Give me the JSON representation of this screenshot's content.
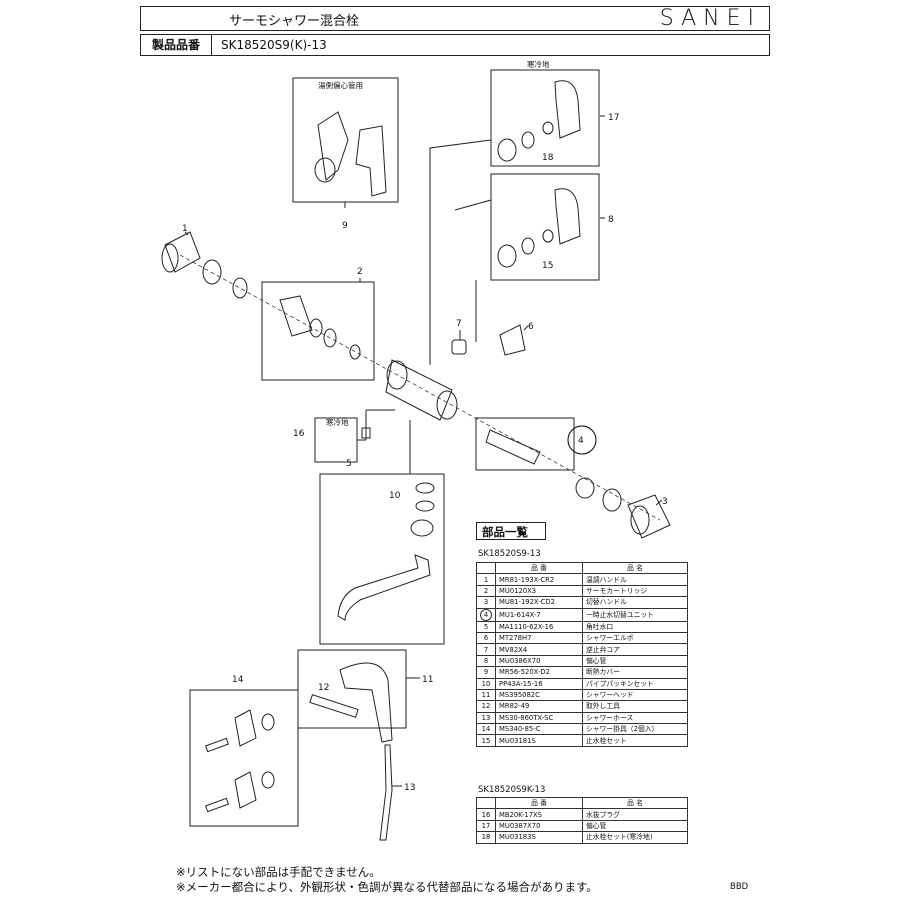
{
  "header": {
    "title": "サーモシャワー混合栓",
    "brand": "SANEI",
    "product_label": "製品品番",
    "product_code": "SK18520S9(K)-13"
  },
  "diagram": {
    "labels": {
      "yuatsu": "湯側偏心管用",
      "kanreichi_top": "寒冷地",
      "kanreichi_mid": "寒冷地"
    },
    "callouts": [
      "1",
      "2",
      "3",
      "4",
      "5",
      "6",
      "7",
      "8",
      "9",
      "10",
      "11",
      "12",
      "13",
      "14",
      "15",
      "16",
      "17",
      "18"
    ]
  },
  "parts": {
    "heading": "部品一覧",
    "table1": {
      "model": "SK18520S9-13",
      "headers": [
        "品 番",
        "品 名"
      ],
      "rows": [
        {
          "no": "1",
          "code": "MR81-193X-CR2",
          "name": "温調ハンドル"
        },
        {
          "no": "2",
          "code": "MU0120X3",
          "name": "サーモカートリッジ"
        },
        {
          "no": "3",
          "code": "MU81-192X-CD2",
          "name": "切替ハンドル"
        },
        {
          "no": "4",
          "code": "MU1-614X-7",
          "name": "一時止水切替ユニット"
        },
        {
          "no": "5",
          "code": "MA1110-62X-16",
          "name": "角吐水口"
        },
        {
          "no": "6",
          "code": "MT278H7",
          "name": "シャワーエルボ"
        },
        {
          "no": "7",
          "code": "MV82X4",
          "name": "逆止弁コア"
        },
        {
          "no": "8",
          "code": "MU0386X70",
          "name": "偏心管"
        },
        {
          "no": "9",
          "code": "MR56-520X-D2",
          "name": "断熱カバー"
        },
        {
          "no": "10",
          "code": "PP43A-15-16",
          "name": "パイプパッキンセット"
        },
        {
          "no": "11",
          "code": "MS395082C",
          "name": "シャワーヘッド"
        },
        {
          "no": "12",
          "code": "MR82-49",
          "name": "取外し工具"
        },
        {
          "no": "13",
          "code": "MS30-860TX-SC",
          "name": "シャワーホース"
        },
        {
          "no": "14",
          "code": "MS340-85-C",
          "name": "シャワー掛具（2個入）"
        },
        {
          "no": "15",
          "code": "MU03181S",
          "name": "止水栓セット"
        }
      ]
    },
    "table2": {
      "model": "SK18520S9K-13",
      "headers": [
        "品 番",
        "品 名"
      ],
      "rows": [
        {
          "no": "16",
          "code": "MB20K-17XS",
          "name": "水抜プラグ"
        },
        {
          "no": "17",
          "code": "MU0387X70",
          "name": "偏心管"
        },
        {
          "no": "18",
          "code": "MU03183S",
          "name": "止水栓セット(寒冷地)"
        }
      ]
    }
  },
  "footer": {
    "note1": "※リストにない部品は手配できません。",
    "note2": "※メーカー都合により、外観形状・色調が異なる代替部品になる場合があります。",
    "code": "BBD"
  }
}
